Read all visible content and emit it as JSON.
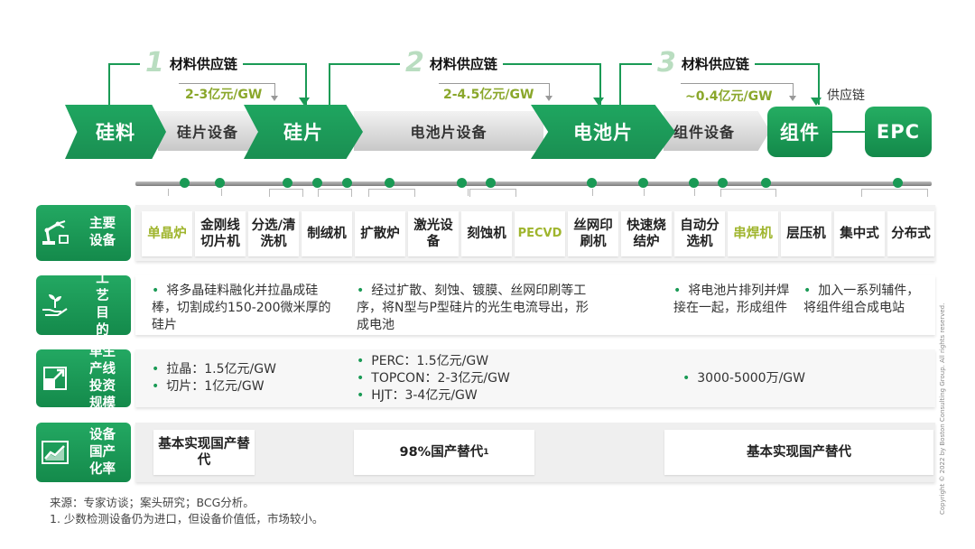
{
  "chain": {
    "stages": [
      "硅料",
      "硅片",
      "电池片",
      "组件",
      "EPC"
    ],
    "equipment": [
      "硅片设备",
      "电池片设备",
      "组件设备"
    ],
    "supply_chain_label": "供应链"
  },
  "loops": [
    {
      "num": "1",
      "label": "材料供应链",
      "cost": "2-3亿元/GW"
    },
    {
      "num": "2",
      "label": "材料供应链",
      "cost": "2-4.5亿元/GW"
    },
    {
      "num": "3",
      "label": "材料供应链",
      "cost": "~0.4亿元/GW"
    }
  ],
  "rows": {
    "main_equipment": {
      "label": "主要设备",
      "items": [
        "单晶炉",
        "金刚线切片机",
        "分选/清洗机",
        "制绒机",
        "扩散炉",
        "激光设备",
        "刻蚀机",
        "PECVD",
        "丝网印刷机",
        "快速烧结炉",
        "自动分选机",
        "串焊机",
        "层压机",
        "集中式",
        "分布式"
      ]
    },
    "process_purpose": {
      "label": "工艺目的",
      "bullets": [
        "将多晶硅料融化并拉晶成硅棒，切割成约150-200微米厚的硅片",
        "经过扩散、刻蚀、镀膜、丝网印刷等工序，将N型与P型硅片的光生电流导出，形成电池",
        "将电池片排列并焊接在一起，形成组件",
        "加入一系列辅件，将组件组合成电站"
      ]
    },
    "investment": {
      "label": "单生产线投资规模",
      "silicon": [
        "拉晶：1.5亿元/GW",
        "切片：1亿元/GW"
      ],
      "cell": [
        "PERC：1.5亿元/GW",
        "TOPCON：2-3亿元/GW",
        "HJT：3-4亿元/GW"
      ],
      "module": [
        "3000-5000万/GW"
      ]
    },
    "localization": {
      "label": "设备国产化率",
      "silicon": "基本实现国产替代",
      "cell": "98%国产替代",
      "cell_sup": "1",
      "module": "基本实现国产替代"
    }
  },
  "notes": {
    "source": "来源：专家访谈；案头研究；BCG分析。",
    "footnote": "1. 少数检测设备仍为进口，但设备价值低，市场较小。"
  },
  "copyright": "Copyright © 2022 by Boston Consulting Group. All rights reserved.",
  "colors": {
    "green": "#1a9a55",
    "cost": "#8aa72b",
    "highlight": "#9fb52d"
  }
}
